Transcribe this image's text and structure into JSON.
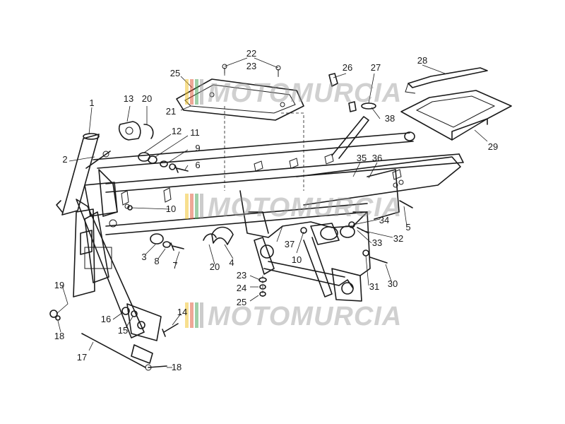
{
  "diagram": {
    "callouts": [
      "1",
      "2",
      "3",
      "4",
      "5",
      "6",
      "7",
      "8",
      "9",
      "10",
      "10",
      "11",
      "12",
      "13",
      "14",
      "15",
      "16",
      "17",
      "18",
      "18",
      "19",
      "20",
      "20",
      "21",
      "22",
      "23",
      "23",
      "24",
      "25",
      "25",
      "26",
      "27",
      "28",
      "29",
      "30",
      "31",
      "32",
      "33",
      "34",
      "35",
      "36",
      "37",
      "38"
    ]
  },
  "watermark": {
    "text": "MOTOMURCIA",
    "colors": [
      "#f0c020",
      "#e05030",
      "#40a050",
      "#9a9a9a"
    ]
  }
}
